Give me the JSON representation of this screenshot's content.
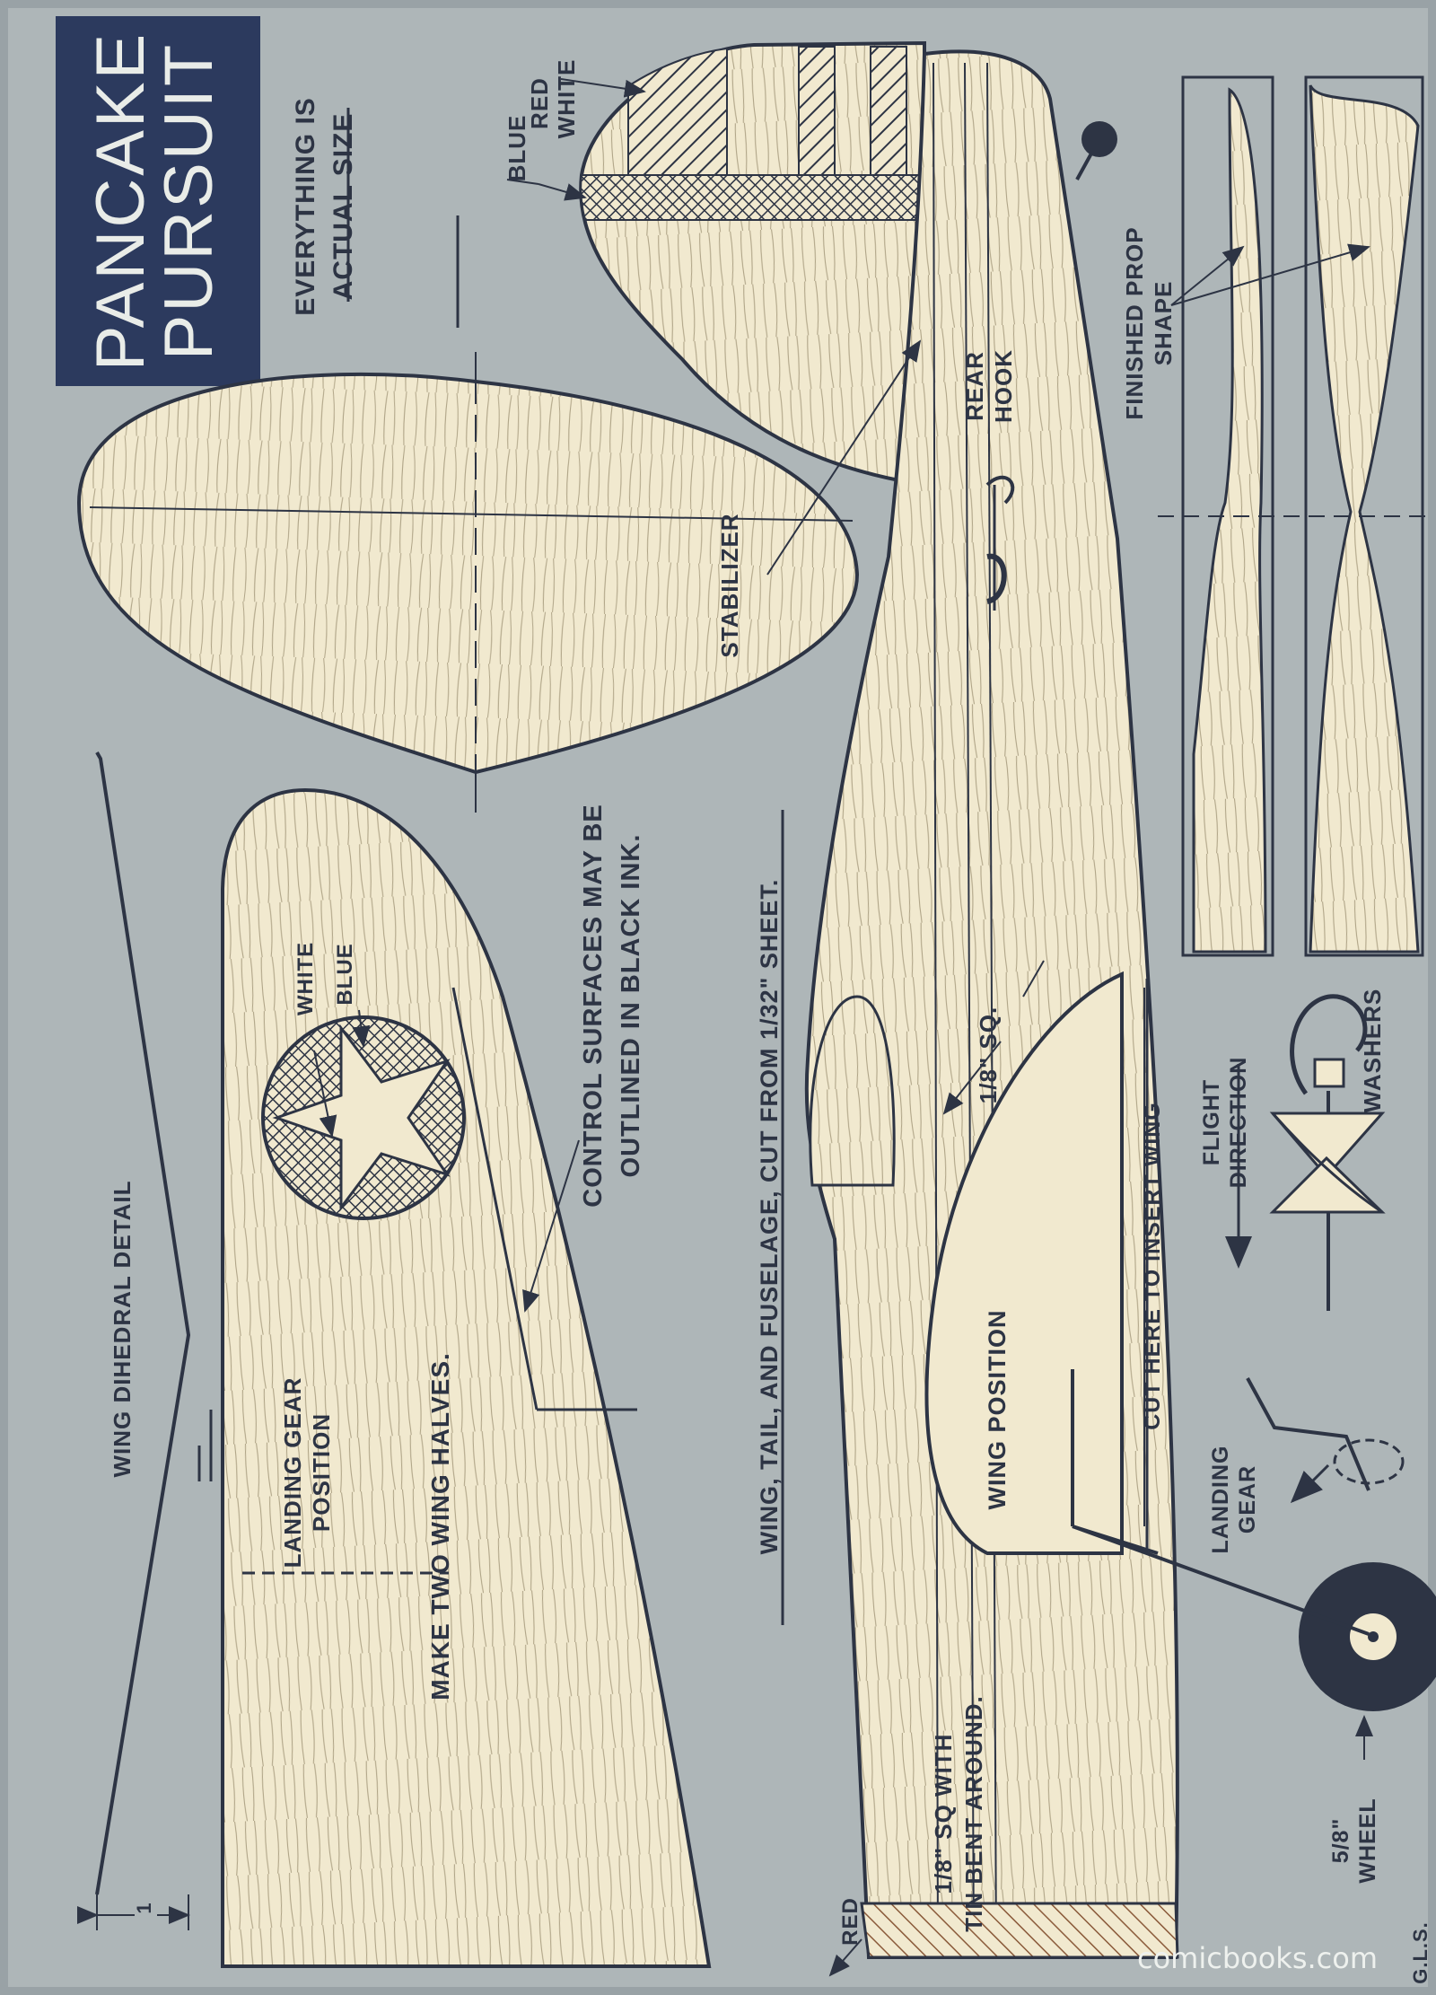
{
  "title": {
    "line1": "PANCAKE",
    "line2": "PURSUIT"
  },
  "subtitle": {
    "line1": "EVERYTHING IS",
    "line2": "ACTUAL SIZE"
  },
  "labels": {
    "blue": "BLUE",
    "white": "WHITE",
    "red": "RED",
    "stabilizer": "STABILIZER",
    "rear_hook_1": "REAR",
    "rear_hook_2": "HOOK",
    "prop_shape_1": "FINISHED PROP",
    "prop_shape_2": "SHAPE",
    "control_1": "CONTROL SURFACES MAY BE",
    "control_2": "OUTLINED  IN BLACK  INK.",
    "cut_from": "WING, TAIL, AND FUSELAGE, CUT FROM 1/32\" SHEET.",
    "star_white": "WHITE",
    "star_blue": "BLUE",
    "eighth_sq": "1/8\" SQ.",
    "flight_1": "FLIGHT",
    "flight_2": "DIRECTION",
    "washers": "WASHERS",
    "dihedral": "WING DIHEDRAL DETAIL",
    "landing_pos_1": "LANDING GEAR",
    "landing_pos_2": "POSITION",
    "make_two": "MAKE TWO WING HALVES.",
    "wing_position": "WING POSITION",
    "cut_here": "CUT HERE TO INSERT WING",
    "landing_gear_1": "LANDING",
    "landing_gear_2": "GEAR",
    "wheel_1": "5/8\"",
    "wheel_2": "WHEEL",
    "tin_1": "1/8\" SQ WITH",
    "tin_2": "TIN BENT AROUND.",
    "red_nose": "RED",
    "dim_one": "1",
    "initials": "G.L.S."
  },
  "watermark": "comicbooks.com",
  "colors": {
    "background": "#aeb6b8",
    "ink": "#2d3444",
    "balsa": "#f1e9cf",
    "title_box": "#2c3a5e"
  }
}
